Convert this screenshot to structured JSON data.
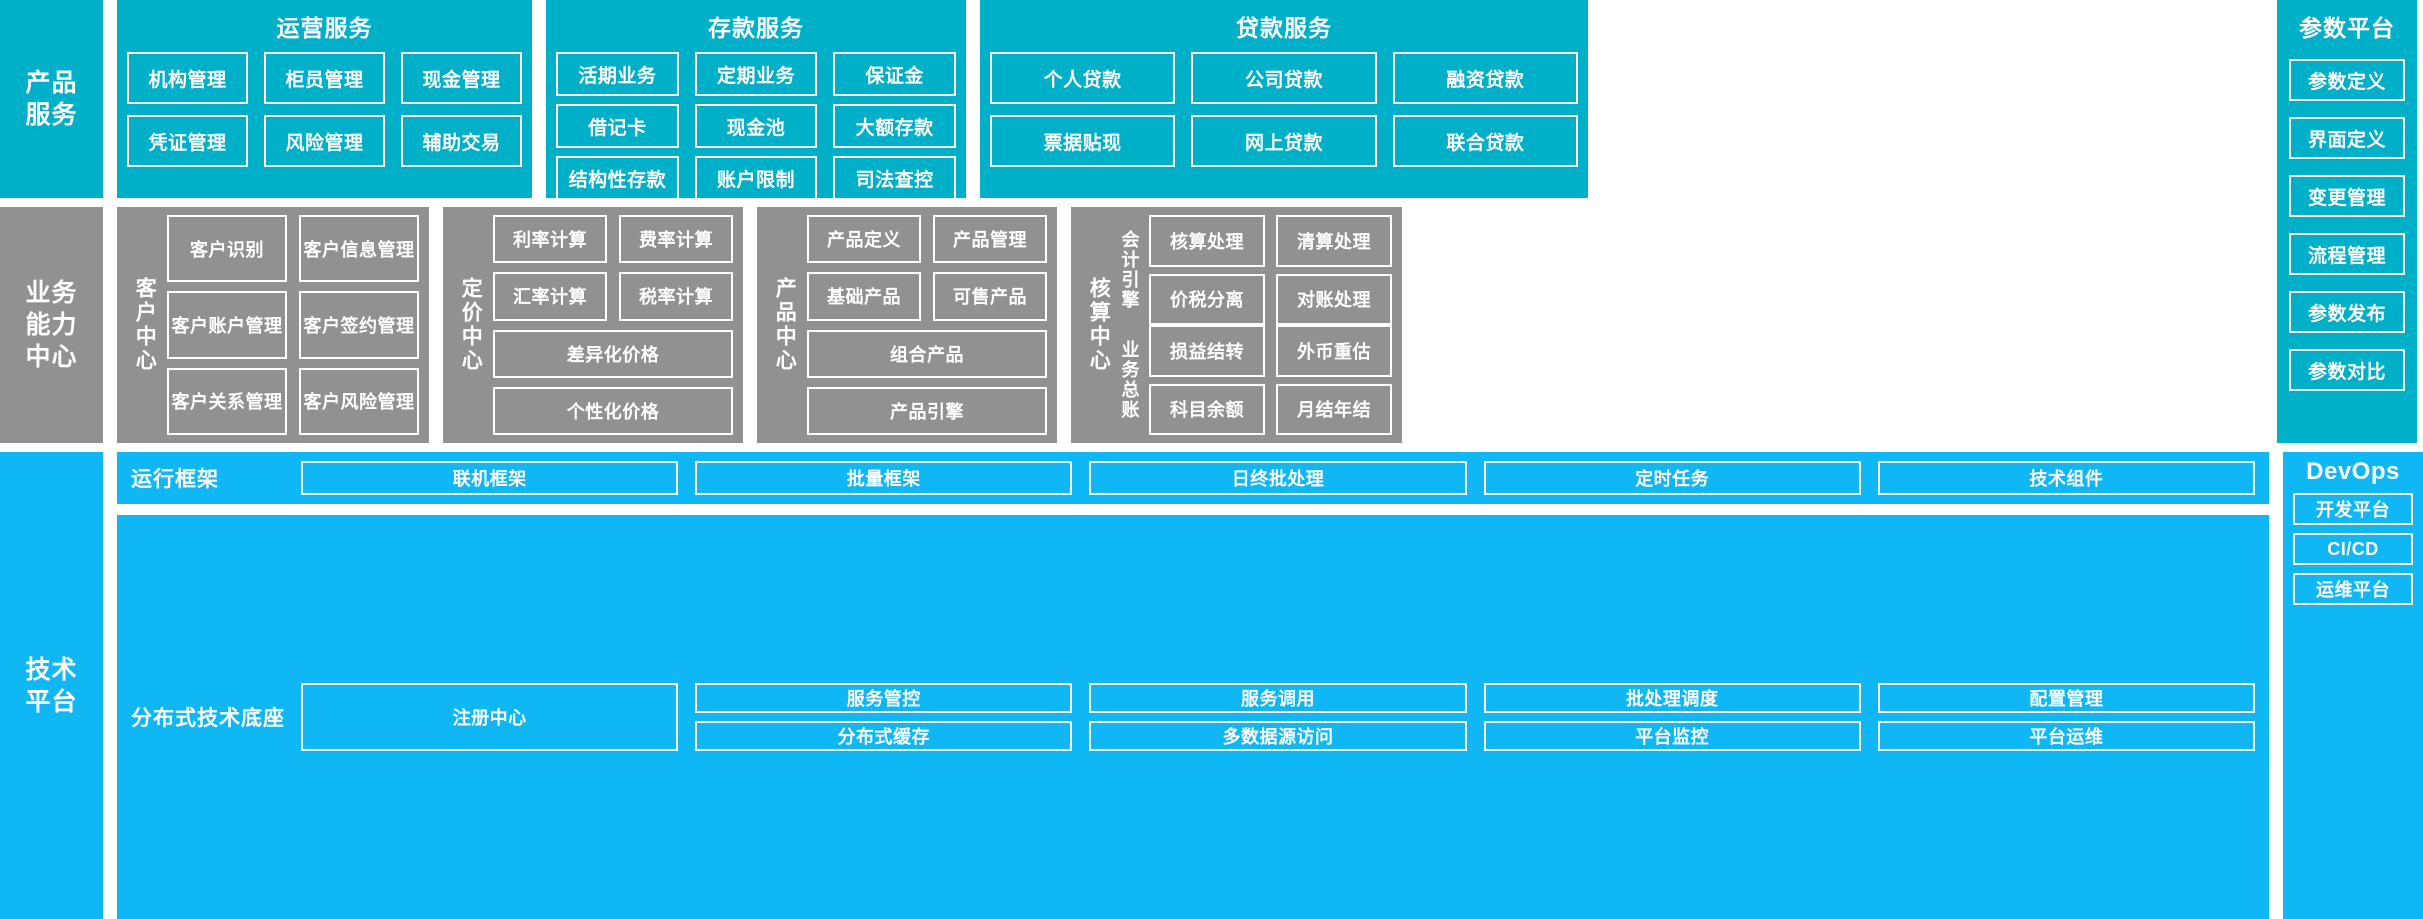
{
  "layers": {
    "product_services": "产品\n服务",
    "business_capability": "业务\n能力\n中心",
    "technical_platform": "技术\n平台"
  },
  "colors": {
    "teal": "#00AFC8",
    "gray": "#919191",
    "blue": "#10B7F5",
    "border": "#FFFFFF",
    "background": "#FFFFFF"
  },
  "row_product": {
    "rail_label": "产品\n服务",
    "groups": [
      {
        "title": "运营服务",
        "items": [
          "机构管理",
          "柜员管理",
          "现金管理",
          "凭证管理",
          "风险管理",
          "辅助交易"
        ]
      },
      {
        "title": "存款服务",
        "items": [
          "活期业务",
          "定期业务",
          "保证金",
          "借记卡",
          "现金池",
          "大额存款",
          "结构性存款",
          "账户限制",
          "司法查控"
        ]
      },
      {
        "title": "贷款服务",
        "items": [
          "个人贷款",
          "公司贷款",
          "融资贷款",
          "票据贴现",
          "网上贷款",
          "联合贷款"
        ]
      }
    ]
  },
  "param_platform": {
    "title": "参数平台",
    "items": [
      "参数定义",
      "界面定义",
      "变更管理",
      "流程管理",
      "参数发布",
      "参数对比"
    ]
  },
  "row_capability": {
    "rail_label": "业务\n能力\n中心",
    "centers": [
      {
        "label": "客户中心",
        "rows": [
          [
            "客户识别",
            "客户信息管理"
          ],
          [
            "客户账户管理",
            "客户签约管理"
          ],
          [
            "客户关系管理",
            "客户风险管理"
          ]
        ]
      },
      {
        "label": "定价中心",
        "rows": [
          [
            "利率计算",
            "费率计算"
          ],
          [
            "汇率计算",
            "税率计算"
          ],
          [
            "差异化价格"
          ],
          [
            "个性化价格"
          ]
        ]
      },
      {
        "label": "产品中心",
        "rows": [
          [
            "产品定义",
            "产品管理"
          ],
          [
            "基础产品",
            "可售产品"
          ],
          [
            "组合产品"
          ],
          [
            "产品引擎"
          ]
        ]
      },
      {
        "label": "核算中心",
        "sublabels": [
          "会计引擎",
          "业务总账"
        ],
        "engine_items": [
          "核算处理",
          "清算处理",
          "价税分离",
          "对账处理"
        ],
        "ledger_items": [
          "损益结转",
          "外币重估",
          "科目余额",
          "月结年结"
        ]
      }
    ]
  },
  "row_technical": {
    "rail_label": "技术\n平台",
    "bands": [
      {
        "label": "运行框架",
        "items": [
          "联机框架",
          "批量框架",
          "日终批处理",
          "定时任务",
          "技术组件"
        ]
      },
      {
        "label": "分布式技术底座",
        "wide_item": "注册中心",
        "items": [
          "服务管控",
          "服务调用",
          "批处理调度",
          "配置管理",
          "分布式缓存",
          "多数据源访问",
          "平台监控",
          "平台运维"
        ]
      }
    ]
  },
  "devops": {
    "title": "DevOps",
    "items": [
      "开发平台",
      "CI/CD",
      "运维平台"
    ]
  }
}
